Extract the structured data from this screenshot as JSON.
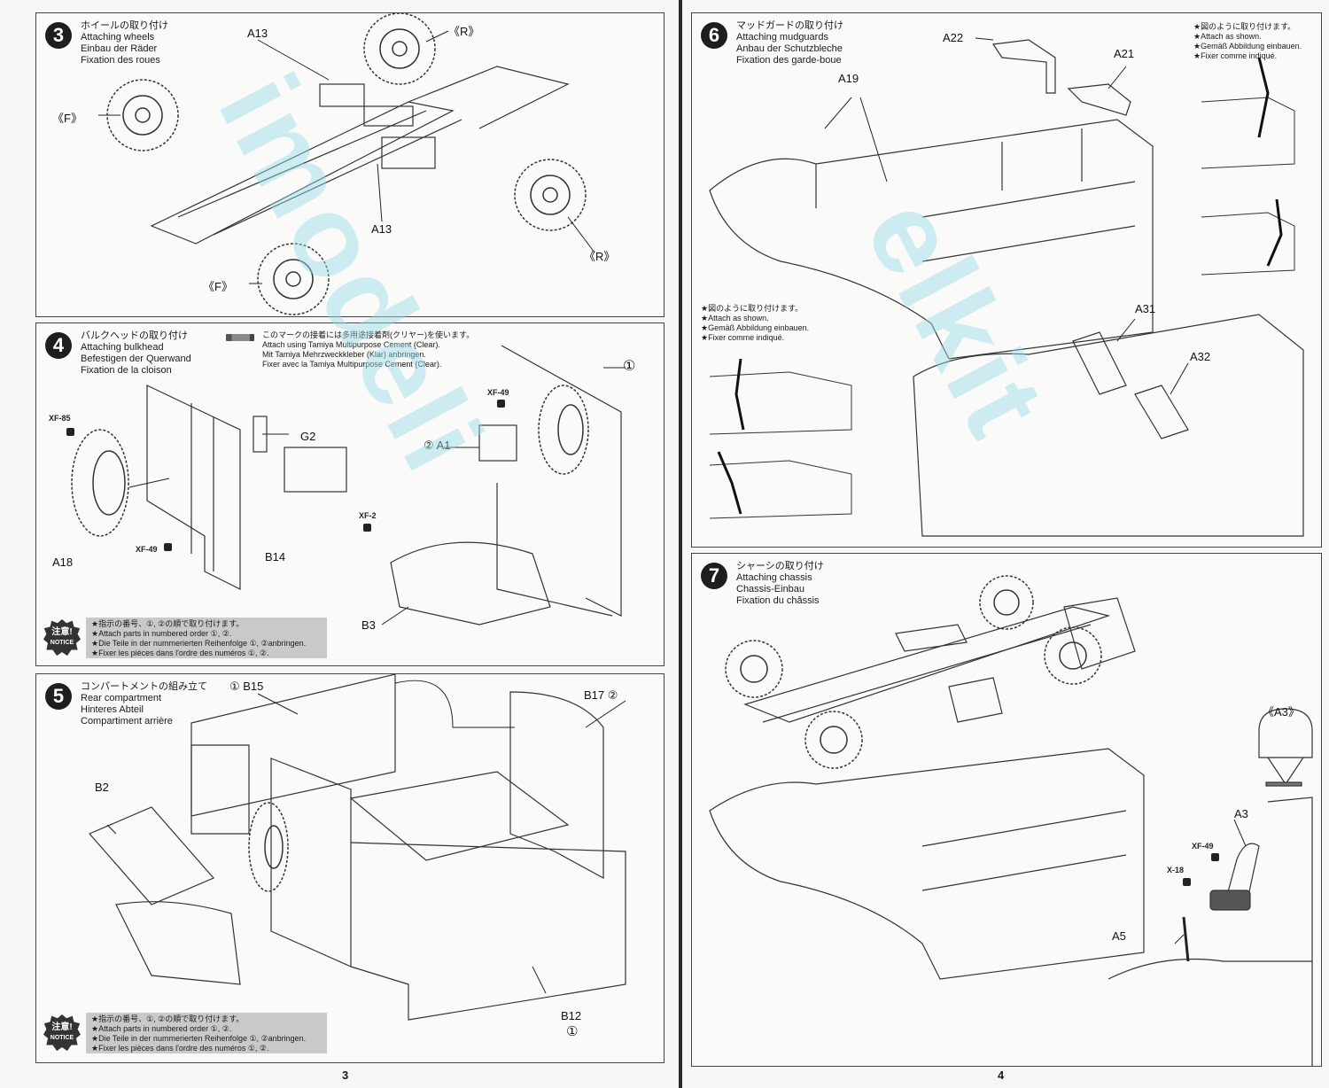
{
  "pages": {
    "left_number": "3",
    "right_number": "4"
  },
  "watermark": {
    "left": "imodeli",
    "right": "elkit"
  },
  "steps": {
    "s3": {
      "number": "3",
      "title_jp": "ホイールの取り付け",
      "title_en": "Attaching wheels",
      "title_de": "Einbau der Räder",
      "title_fr": "Fixation des roues",
      "labels": {
        "a13_top": "A13",
        "a13_bottom": "A13",
        "f_left": "《F》",
        "f_bottom": "《F》",
        "r_top": "《R》",
        "r_bottom": "《R》"
      }
    },
    "s4": {
      "number": "4",
      "title_jp": "バルクヘッドの取り付け",
      "title_en": "Attaching bulkhead",
      "title_de": "Befestigen der Querwand",
      "title_fr": "Fixation de la cloison",
      "cement_note": [
        "このマークの接着には多用途接着剤(クリヤー)を使います。",
        "Attach using Tamiya Multipurpose Cement (Clear).",
        "Mit Tamiya Mehrzweckkleber (Klar) anbringen.",
        "Fixer avec la Tamiya Multipurpose Cement (Clear)."
      ],
      "labels": {
        "xf85": "XF-85",
        "a18": "A18",
        "xf49_a": "XF-49",
        "b14": "B14",
        "g2": "G2",
        "xf2": "XF-2",
        "b3": "B3",
        "xf49_b": "XF-49",
        "a1": "② A1",
        "order1": "①"
      },
      "notice": {
        "badge_jp": "注意!",
        "badge_en": "NOTICE",
        "lines": [
          "★指示の番号、①, ②の順で取り付けます。",
          "★Attach parts in numbered order ①, ②.",
          "★Die Teile in der nummerierten Reihenfolge ①, ②anbringen.",
          "★Fixer les pièces dans l'ordre des numéros ①, ②."
        ]
      }
    },
    "s5": {
      "number": "5",
      "title_jp": "コンパートメントの組み立て",
      "title_en": "Rear compartment",
      "title_de": "Hinteres Abteil",
      "title_fr": "Compartiment arrière",
      "labels": {
        "b15": "① B15",
        "b17": "B17 ②",
        "b2": "B2",
        "b12": "B12",
        "b12_order": "①"
      },
      "notice": {
        "badge_jp": "注意!",
        "badge_en": "NOTICE",
        "lines": [
          "★指示の番号、①, ②の順で取り付けます。",
          "★Attach parts in numbered order ①, ②.",
          "★Die Teile in der nummerierten Reihenfolge ①, ②anbringen.",
          "★Fixer les pièces dans l'ordre des numéros ①, ②."
        ]
      }
    },
    "s6": {
      "number": "6",
      "title_jp": "マッドガードの取り付け",
      "title_en": "Attaching mudguards",
      "title_de": "Anbau der Schutzbleche",
      "title_fr": "Fixation des garde-boue",
      "labels": {
        "a22": "A22",
        "a21": "A21",
        "a19": "A19",
        "a31": "A31",
        "a32": "A32"
      },
      "note_top": [
        "★図のように取り付けます。",
        "★Attach as shown.",
        "★Gemäß Abbildung einbauen.",
        "★Fixer comme indiqué."
      ],
      "note_mid": [
        "★図のように取り付けます。",
        "★Attach as shown.",
        "★Gemäß Abbildung einbauen.",
        "★Fixer comme indiqué."
      ]
    },
    "s7": {
      "number": "7",
      "title_jp": "シャーシの取り付け",
      "title_en": "Attaching chassis",
      "title_de": "Chassis-Einbau",
      "title_fr": "Fixation du châssis",
      "labels": {
        "a3_detail": "《A3》",
        "a3": "A3",
        "xf49": "XF-49",
        "x18": "X-18",
        "a5": "A5"
      }
    }
  }
}
